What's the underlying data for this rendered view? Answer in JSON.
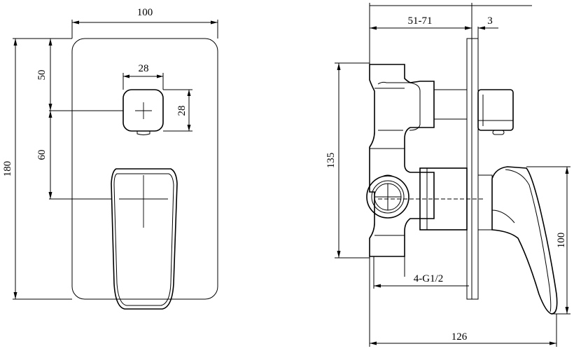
{
  "front_view": {
    "width_label": "100",
    "height_label": "180",
    "upper_offset_label": "50",
    "lower_offset_label": "60",
    "button_width_label": "28",
    "button_height_label": "28"
  },
  "side_view": {
    "depth_range_label": "51-71",
    "plate_thickness_label": "3",
    "body_height_label": "135",
    "handle_height_label": "100",
    "connection_label": "4-G1/2",
    "overall_depth_label": "126"
  }
}
